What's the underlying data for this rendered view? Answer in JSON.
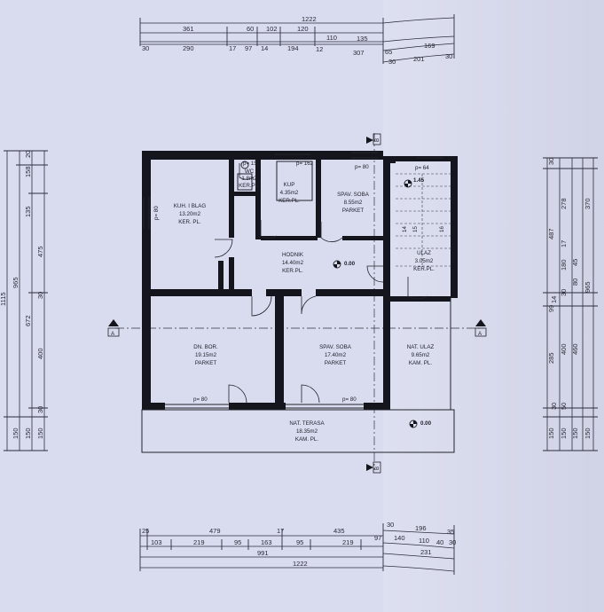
{
  "top_dims": {
    "overall": "1222",
    "row2": [
      "361",
      "60",
      "102",
      "120",
      "110",
      "135"
    ],
    "row3": [
      "30",
      "290",
      "17",
      "97",
      "14",
      "194",
      "12",
      "307"
    ],
    "row4": [
      "65",
      "169"
    ],
    "row5": [
      "30",
      "201",
      "30"
    ]
  },
  "bottom_dims": {
    "row1": [
      "25",
      "479",
      "17",
      "435",
      "30",
      "196",
      "35"
    ],
    "row2": [
      "103",
      "219",
      "95",
      "163",
      "95",
      "219",
      "97",
      "140",
      "110",
      "40",
      "30"
    ],
    "row3": [
      "991",
      "231"
    ],
    "overall": "1222"
  },
  "left_dims": {
    "col1": [
      "1115"
    ],
    "col2": [
      "965",
      "150"
    ],
    "col3": [
      "20",
      "158",
      "135",
      "672",
      "150"
    ],
    "col4": [
      "475",
      "30",
      "400",
      "30",
      "150"
    ]
  },
  "right_dims": {
    "col1": [
      "30",
      "487",
      "99",
      "285",
      "150"
    ],
    "col2": [
      "278",
      "17",
      "180",
      "30",
      "400",
      "50",
      "150"
    ],
    "col3": [
      "14",
      "30"
    ],
    "col4": [
      "45",
      "80",
      "460",
      "150"
    ],
    "col5": [
      "370",
      "965",
      "150"
    ]
  },
  "section_marker": {
    "label": "A"
  },
  "axis_marker": {
    "label": "B"
  },
  "rooms": [
    {
      "name": "KUH. I BLAG",
      "area": "13.20m2",
      "floor": "KER. PL."
    },
    {
      "name": "WC",
      "area": "1.8m2",
      "floor": "KER.PL."
    },
    {
      "name": "KUP",
      "area": "4.35m2",
      "floor": "KER.PL."
    },
    {
      "name": "SPAV. SOBA",
      "area": "8.55m2",
      "floor": "PARKET"
    },
    {
      "name": "ULAZ",
      "area": "3.05m2",
      "floor": "KER.PL."
    },
    {
      "name": "HODNIK",
      "area": "14.40m2",
      "floor": "KER.PL."
    },
    {
      "name": "DN. BOR.",
      "area": "19.15m2",
      "floor": "PARKET"
    },
    {
      "name": "SPAV. SOBA",
      "area": "17.40m2",
      "floor": "PARKET"
    },
    {
      "name": "NAT. ULAZ",
      "area": "9.65m2",
      "floor": "KAM. PL."
    },
    {
      "name": "NAT. TERASA",
      "area": "18.35m2",
      "floor": "KAM. PL."
    }
  ],
  "window_labels": [
    "p= 80",
    "p= 15",
    "p= 162",
    "p= 80",
    "p= 64",
    "p= 80",
    "p= 80"
  ],
  "levels": [
    "0.00",
    "0.00",
    "1.45"
  ],
  "stair_steps": [
    "14",
    "15",
    "16"
  ]
}
